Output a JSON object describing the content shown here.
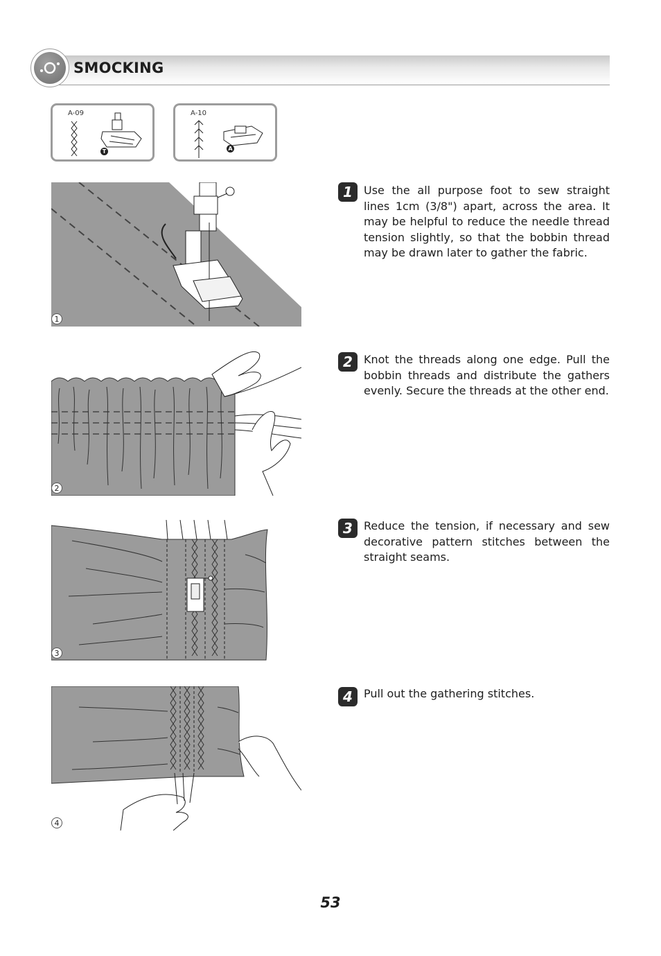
{
  "header": {
    "title": "SMOCKING",
    "icon": "stitch-dots-icon"
  },
  "patterns": [
    {
      "code": "A-09",
      "foot_badge": "T"
    },
    {
      "code": "A-10",
      "foot_badge": "A"
    }
  ],
  "figures": [
    {
      "number": "1"
    },
    {
      "number": "2"
    },
    {
      "number": "3"
    },
    {
      "number": "4"
    }
  ],
  "steps": [
    {
      "number": "1",
      "text": "Use the all purpose foot to sew straight lines 1cm (3/8\") apart, across the area. It may be helpful to reduce the needle thread tension slightly, so that the bobbin thread may be drawn later to gather the fabric."
    },
    {
      "number": "2",
      "text": "Knot the threads along one edge. Pull the bobbin threads and distribute the gathers evenly. Secure the threads at the other end."
    },
    {
      "number": "3",
      "text": "Reduce the tension, if necessary and sew decorative pattern stitches between the straight seams."
    },
    {
      "number": "4",
      "text": "Pull out the gathering stitches."
    }
  ],
  "page_number": "53",
  "colors": {
    "fabric": "#9b9b9b",
    "badge": "#2b2b2b",
    "header_gradient": "#c9c9c9"
  }
}
